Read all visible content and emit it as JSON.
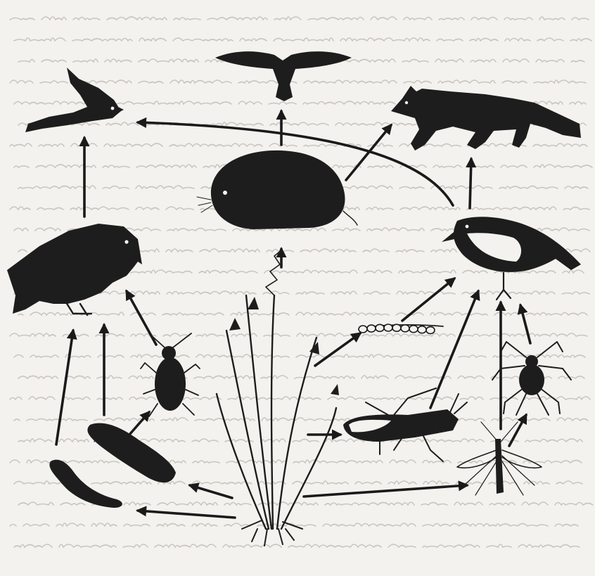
{
  "diagram": {
    "type": "food web",
    "background": "#f4f2ee",
    "ink_color": "#1a1a1a",
    "faint_text_color": "#c9c6c0",
    "nodes": [
      {
        "id": "falcon",
        "icon": "falcon-icon"
      },
      {
        "id": "kestrel",
        "icon": "kestrel-icon"
      },
      {
        "id": "fox",
        "icon": "fox-icon"
      },
      {
        "id": "vole",
        "icon": "vole-icon"
      },
      {
        "id": "crow",
        "icon": "crow-icon"
      },
      {
        "id": "songbird",
        "icon": "songbird-icon"
      },
      {
        "id": "grass",
        "icon": "grass-icon"
      },
      {
        "id": "caterpillar",
        "icon": "caterpillar-icon"
      },
      {
        "id": "spider",
        "icon": "spider-icon"
      },
      {
        "id": "ground-beetle",
        "icon": "beetle-icon"
      },
      {
        "id": "grasshopper",
        "icon": "grasshopper-icon"
      },
      {
        "id": "crane-fly",
        "icon": "crane-fly-icon"
      },
      {
        "id": "leatherjacket-larva",
        "icon": "larva-icon"
      },
      {
        "id": "wireworm",
        "icon": "wireworm-icon"
      }
    ],
    "edges": [
      {
        "from": "crow",
        "to": "falcon"
      },
      {
        "from": "songbird",
        "to": "falcon"
      },
      {
        "from": "vole",
        "to": "kestrel"
      },
      {
        "from": "vole",
        "to": "fox"
      },
      {
        "from": "songbird",
        "to": "fox"
      },
      {
        "from": "grass",
        "to": "vole"
      },
      {
        "from": "grass",
        "to": "caterpillar"
      },
      {
        "from": "grass",
        "to": "grasshopper"
      },
      {
        "from": "grass",
        "to": "crane-fly"
      },
      {
        "from": "grass",
        "to": "leatherjacket-larva"
      },
      {
        "from": "grass",
        "to": "wireworm"
      },
      {
        "from": "caterpillar",
        "to": "songbird"
      },
      {
        "from": "grasshopper",
        "to": "songbird"
      },
      {
        "from": "crane-fly",
        "to": "songbird"
      },
      {
        "from": "spider",
        "to": "songbird"
      },
      {
        "from": "crane-fly",
        "to": "spider"
      },
      {
        "from": "ground-beetle",
        "to": "crow"
      },
      {
        "from": "leatherjacket-larva",
        "to": "crow"
      },
      {
        "from": "wireworm",
        "to": "crow"
      },
      {
        "from": "leatherjacket-larva",
        "to": "ground-beetle"
      }
    ]
  }
}
